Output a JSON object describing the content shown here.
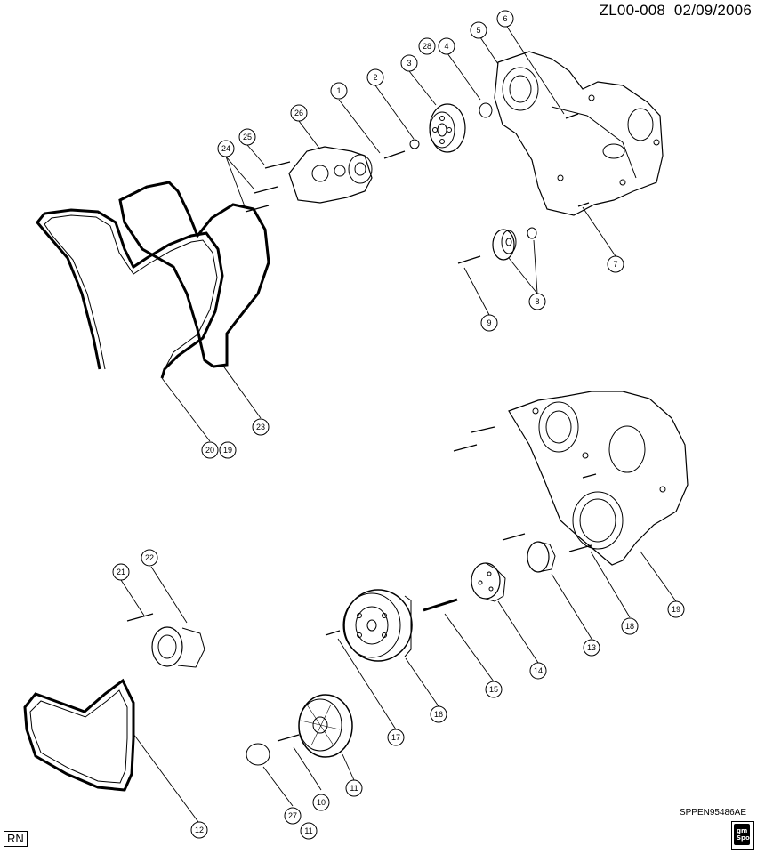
{
  "header": {
    "doc_id": "ZL00-008",
    "date": "02/09/2006"
  },
  "footer": {
    "figure_code": "SPPEN95486AE",
    "corner_tag": "RN",
    "logo_top": "gm",
    "logo_bottom": "Spo"
  },
  "callouts": [
    "1",
    "2",
    "3",
    "28",
    "4",
    "5",
    "6",
    "26",
    "25",
    "24",
    "7",
    "8",
    "9",
    "23",
    "20",
    "19",
    "19",
    "18",
    "13",
    "14",
    "15",
    "16",
    "17",
    "21",
    "22",
    "11",
    "10",
    "27",
    "11",
    "12"
  ]
}
